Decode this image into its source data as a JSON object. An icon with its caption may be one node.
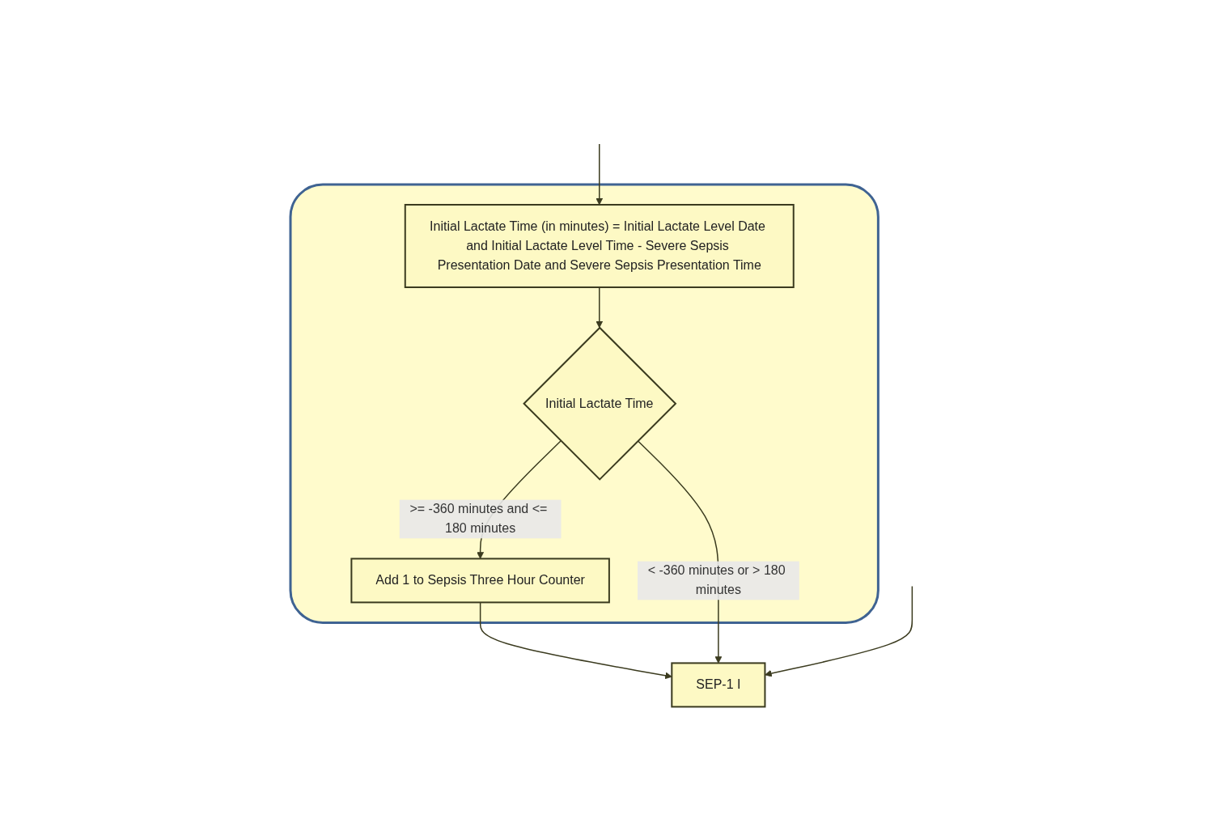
{
  "diagram": {
    "nodes": [
      {
        "text": [],
        "shape": "box"
      },
      {
        "text": [
          "Initial Lactate Time (in minutes) = Initial Lactate Level Date and Initial Lactate Level Time - Severe Sepsis Presentation Date and Severe Sepsis Presentation Time"
        ],
        "in": 0
      },
      {
        "text": [
          "Initial Lactate Time"
        ],
        "in": 0
      },
      {
        "text": [
          "Add 1 to Sepsis Three Hour Counter"
        ],
        "in": 0
      },
      {
        "text": [
          "SEP-1 I"
        ]
      }
    ],
    "edges": [
      {
        "from": null,
        "to": 1,
        "arrow": "to"
      },
      {
        "from": 1,
        "to": 2,
        "arrow": "to"
      },
      {
        "from": 2,
        "to": 3,
        "arrow": "to",
        "label": ">= -360 minutes and <= 180 minutes"
      },
      {
        "from": 2,
        "to": 4,
        "arrow": "to",
        "label": "< -360 minutes or > 180 minutes"
      },
      {
        "from": null,
        "to": 4,
        "arrow": "to"
      },
      {
        "from": 3,
        "to": 4,
        "arrow": "to"
      }
    ]
  }
}
